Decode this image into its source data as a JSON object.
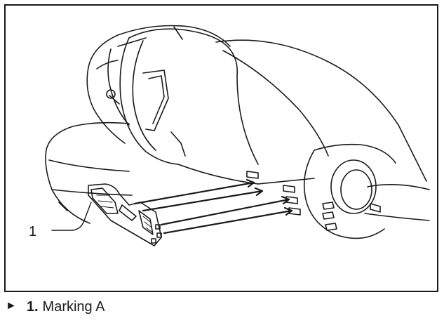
{
  "figure": {
    "callout_number": "1",
    "icons": {
      "tool": "angle-grinder-illustration",
      "part": "marking-plate-illustration",
      "arrows": "insertion-arrow-icons"
    }
  },
  "caption": {
    "bullet_icon": "right-triangle-bullet-icon",
    "number": "1.",
    "label": "Marking A"
  }
}
